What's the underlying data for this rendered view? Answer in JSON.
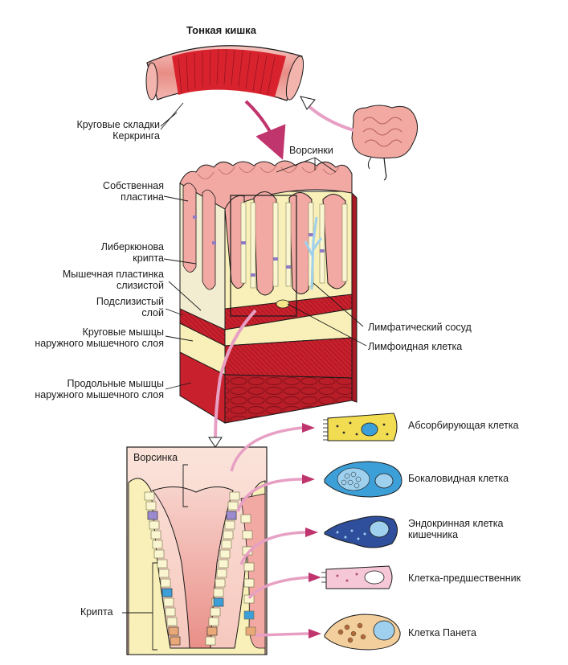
{
  "title": "Тонкая кишка",
  "labels": {
    "circular_folds_1": "Круговые складки",
    "circular_folds_2": "Керкринга",
    "villi": "Ворсинки",
    "lamina_propria_1": "Собственная",
    "lamina_propria_2": "пластина",
    "lieberkuhn_1": "Либеркюнова",
    "lieberkuhn_2": "крипта",
    "muscularis_mucosae_1": "Мышечная пластинка",
    "muscularis_mucosae_2": "слизистой",
    "submucosa_1": "Подслизистый",
    "submucosa_2": "слой",
    "circular_muscle_1": "Круговые мышцы",
    "circular_muscle_2": "наружного мышечного слоя",
    "longitudinal_muscle_1": "Продольные мышцы",
    "longitudinal_muscle_2": "наружного мышечного слоя",
    "lymphatic_vessel": "Лимфатический сосуд",
    "lymphoid_cell": "Лимфоидная клетка",
    "villus": "Ворсинка",
    "crypt": "Крипта"
  },
  "cells": {
    "absorptive": "Абсорбирующая клетка",
    "goblet": "Бокаловидная клетка",
    "endocrine_1": "Эндокринная клетка",
    "endocrine_2": "кишечника",
    "progenitor": "Клетка-предшественник",
    "paneth": "Клетка Панета"
  },
  "colors": {
    "outline": "#1a1a1a",
    "muscle_red": "#c8202c",
    "muscle_dark": "#a01822",
    "mucosa_pink": "#f2a9a3",
    "lamina_yellow": "#f8f0b8",
    "arrow_magenta": "#c0356e",
    "arrow_pink": "#e7a0c4",
    "cell_blue": "#3d9fd8",
    "cell_yellow": "#f2dc52",
    "cell_pink": "#f6c7d6",
    "cell_tan": "#f2cf9c",
    "cell_navy": "#2f4f9c"
  }
}
